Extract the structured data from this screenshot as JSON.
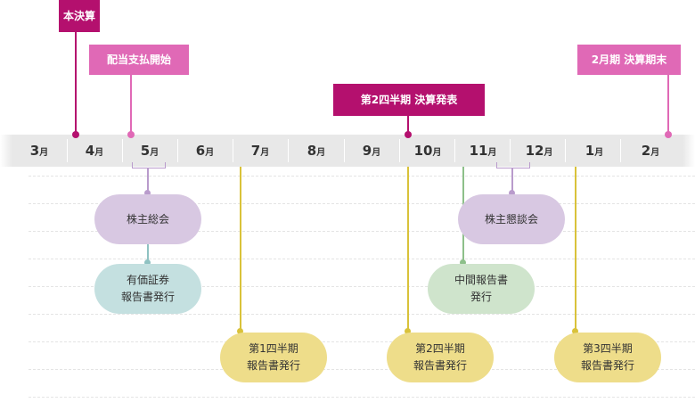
{
  "months": [
    {
      "num": "3",
      "unit": "月"
    },
    {
      "num": "4",
      "unit": "月"
    },
    {
      "num": "5",
      "unit": "月"
    },
    {
      "num": "6",
      "unit": "月"
    },
    {
      "num": "7",
      "unit": "月"
    },
    {
      "num": "8",
      "unit": "月"
    },
    {
      "num": "9",
      "unit": "月"
    },
    {
      "num": "10",
      "unit": "月"
    },
    {
      "num": "11",
      "unit": "月"
    },
    {
      "num": "12",
      "unit": "月"
    },
    {
      "num": "1",
      "unit": "月"
    },
    {
      "num": "2",
      "unit": "月"
    }
  ],
  "markers": {
    "full_year_results": "本決算",
    "dividend_start": "配当支払開始",
    "q2_results": "第2四半期 決算発表",
    "fiscal_year_end": "2月期 決算期末"
  },
  "events": {
    "agm": "株主総会",
    "securities_report": [
      "有価証券",
      "報告書発行"
    ],
    "q1_report": [
      "第1四半期",
      "報告書発行"
    ],
    "q2_report": [
      "第2四半期",
      "報告書発行"
    ],
    "interim_report": [
      "中間報告書",
      "発行"
    ],
    "shareholder_meeting": "株主懇談会",
    "q3_report": [
      "第3四半期",
      "報告書発行"
    ]
  },
  "colors": {
    "magenta": "#b4106e",
    "pink": "#e069b6",
    "lavender": "#d8c8e2",
    "lavender_line": "#b99bcc",
    "teal": "#c4e0e0",
    "teal_line": "#8fc2c2",
    "yellow": "#eedd8a",
    "yellow_line": "#d9c23a",
    "green": "#cfe4cc",
    "green_line": "#8dc08a"
  }
}
